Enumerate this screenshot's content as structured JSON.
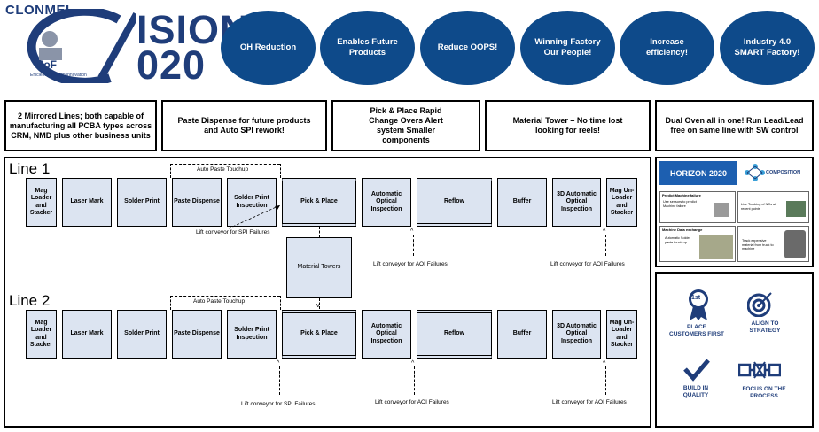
{
  "logo": {
    "brand": "CLONMEL",
    "word_tail": "ISION",
    "year_tail": "020",
    "fof": "FoF",
    "tagline": "Efficiency through innovation"
  },
  "goals": [
    "OH Reduction",
    "Enables Future Products",
    "Reduce OOPS!",
    "Winning Factory Our People!",
    "Increase efficiency!",
    "Industry 4.0 SMART Factory!"
  ],
  "info_boxes": [
    "2 Mirrored Lines; both  capable of manufacturing all PCBA types across CRM, NMD plus other business units",
    "Paste Dispense for future products and Auto SPI rework!",
    "Pick & Place Rapid Change Overs Alert system Smaller components",
    "Material Tower – No time lost looking for reels!",
    "Dual Oven all in one! Run Lead/Lead free on same line with SW control"
  ],
  "line1": {
    "label": "Line 1",
    "auto_paste": "Auto Paste Touchup",
    "stages": [
      "Mag Loader and Stacker",
      "Laser Mark",
      "Solder Print",
      "Paste Dispense",
      "Solder Print Inspection",
      "Pick & Place",
      "Automatic Optical Inspection",
      "Reflow",
      "Buffer",
      "3D Automatic Optical Inspection",
      "Mag Un-Loader and Stacker"
    ],
    "spi_note": "Lift conveyor for SPI Failures",
    "aoi_note1": "Lift conveyor for AOI Failures",
    "aoi_note2": "Lift conveyor for AOI Failures"
  },
  "material_towers": "Material Towers",
  "line2": {
    "label": "Line 2",
    "auto_paste": "Auto Paste Touchup",
    "stages": [
      "Mag Loader and Stacker",
      "Laser Mark",
      "Solder Print",
      "Paste Dispense",
      "Solder Print Inspection",
      "Pick & Place",
      "Automatic Optical Inspection",
      "Reflow",
      "Buffer",
      "3D Automatic Optical Inspection",
      "Mag Un-Loader and Stacker"
    ],
    "spi_note": "Lift conveyor for SPI Failures",
    "aoi_note1": "Lift conveyor for AOI Failures",
    "aoi_note2": "Lift conveyor for AOI Failures"
  },
  "horizon": {
    "banner": "HORIZON 2020",
    "composition": "COMPOSITION",
    "predict_title": "Predict Machine failure",
    "predict_text": "Use sensors to predict Machine failure",
    "live_text": "Live Tracking of NCs at recent points",
    "exchange_title": "Machine Data exchange",
    "exchange_text": "Automatic Solder paste touch up",
    "track_text": "Track expensive material from truck to machine"
  },
  "values": {
    "v1": "PLACE CUSTOMERS FIRST",
    "v2": "ALIGN TO STRATEGY",
    "v3": "BUILD IN QUALITY",
    "v4": "FOCUS ON THE PROCESS",
    "badge": "1st"
  }
}
